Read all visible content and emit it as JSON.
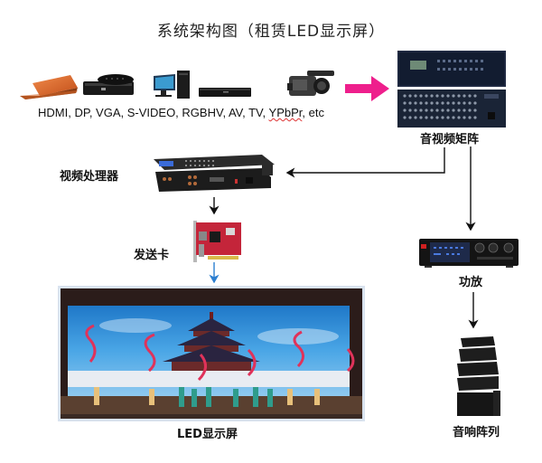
{
  "title": "系统架构图（租赁LED显示屏）",
  "sources": {
    "devices": [
      "laptop",
      "set-top-box",
      "desktop-computer",
      "blu-ray-player",
      "video-camera"
    ],
    "signals_prefix": "HDMI, DP, VGA, S-VIDEO, RGBHV, AV, TV, ",
    "signals_squiggle": "YPbPr",
    "signals_suffix": ", etc"
  },
  "nodes": {
    "matrix": {
      "label": "音视频矩阵"
    },
    "processor": {
      "label": "视频处理器"
    },
    "sender_card": {
      "label": "发送卡"
    },
    "led_screen": {
      "label": "LED显示屏"
    },
    "amplifier": {
      "label": "功放"
    },
    "speaker_array": {
      "label": "音响阵列"
    }
  },
  "colors": {
    "source_arrow": "#ee1f8c",
    "data_arrow": "#2d7fd0",
    "connector": "#111111"
  }
}
